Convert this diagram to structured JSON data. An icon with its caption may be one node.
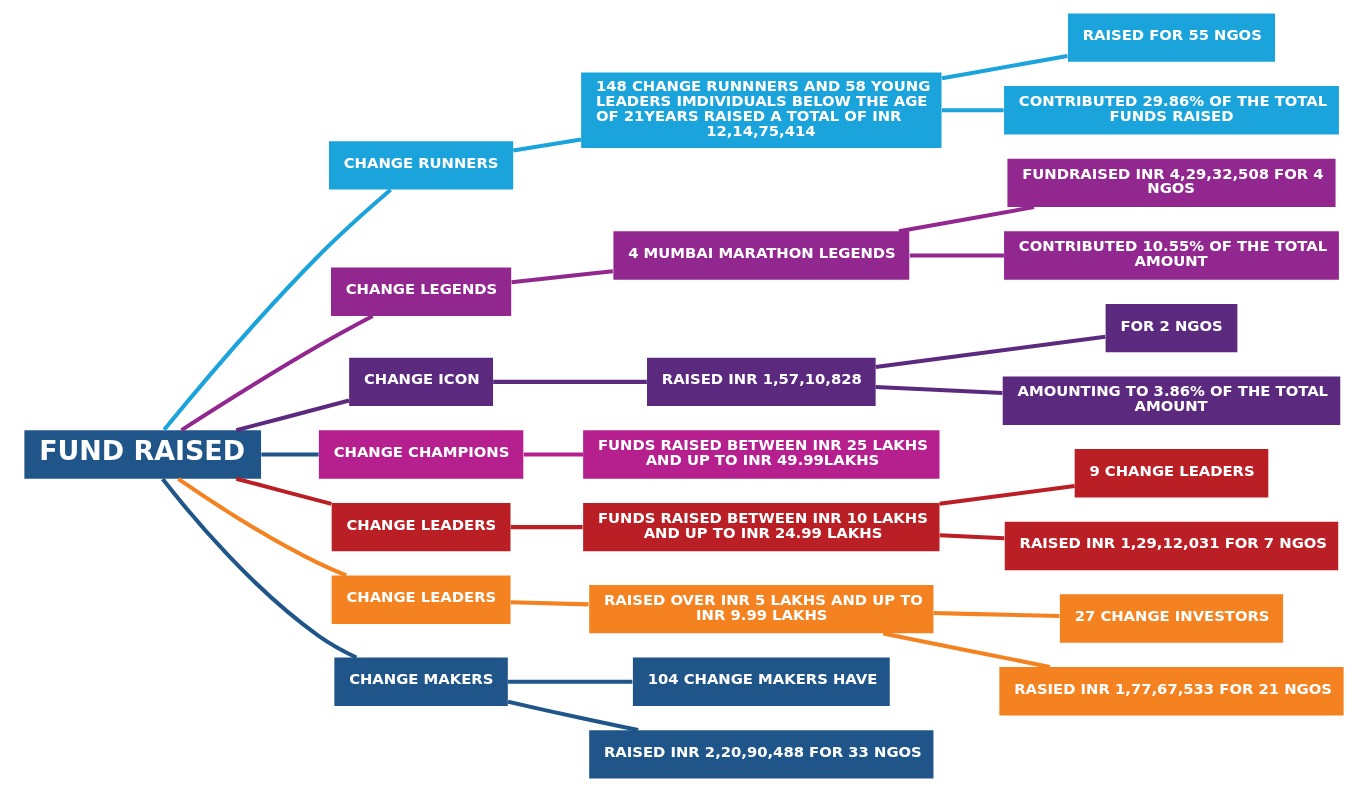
{
  "diagram": {
    "nodes": [
      {
        "text": [
          "FUND RAISED"
        ]
      },
      {
        "text": [
          "CHANGE RUNNERS"
        ]
      },
      {
        "text": [
          "148 CHANGE RUNNNERS AND 58 YOUNG LEADERS IMDIVIDUALS BELOW THE AGE OF 21YEARS RAISED A TOTAL OF INR 12,14,75,414"
        ]
      },
      {
        "text": [
          "RAISED FOR 55 NGOS"
        ]
      },
      {
        "text": [
          "CONTRIBUTED 29.86% OF THE TOTAL FUNDS RAISED"
        ]
      },
      {
        "text": [
          "CHANGE LEGENDS"
        ]
      },
      {
        "text": [
          "4 MUMBAI MARATHON LEGENDS"
        ]
      },
      {
        "text": [
          "FUNDRAISED INR 4,29,32,508 FOR 4 NGOS"
        ]
      },
      {
        "text": [
          "CONTRIBUTED 10.55% OF THE TOTAL AMOUNT"
        ]
      },
      {
        "text": [
          "CHANGE ICON"
        ]
      },
      {
        "text": [
          "RAISED INR 1,57,10,828"
        ]
      },
      {
        "text": [
          "FOR 2 NGOS"
        ]
      },
      {
        "text": [
          "AMOUNTING TO 3.86% OF THE TOTAL AMOUNT"
        ]
      },
      {
        "text": [
          "CHANGE CHAMPIONS"
        ]
      },
      {
        "text": [
          "FUNDS RAISED BETWEEN INR 25 LAKHS AND UP TO INR 49.99LAKHS"
        ]
      },
      {
        "text": [
          "CHANGE LEADERS"
        ]
      },
      {
        "text": [
          "FUNDS RAISED BETWEEN INR 10 LAKHS AND UP TO INR 24.99 LAKHS"
        ]
      },
      {
        "text": [
          "9 CHANGE LEADERS"
        ]
      },
      {
        "text": [
          "RAISED INR 1,29,12,031 FOR 7 NGOS"
        ]
      },
      {
        "text": [
          "CHANGE LEADERS"
        ]
      },
      {
        "text": [
          "RAISED OVER INR 5 LAKHS AND UP TO INR 9.99 LAKHS"
        ]
      },
      {
        "text": [
          "27 CHANGE INVESTORS"
        ]
      },
      {
        "text": [
          "RASIED INR 1,77,67,533 FOR 21 NGOS"
        ]
      },
      {
        "text": [
          "CHANGE MAKERS"
        ]
      },
      {
        "text": [
          "104 CHANGE MAKERS HAVE"
        ]
      },
      {
        "text": [
          "RAISED INR 2,20,90,488 FOR 33 NGOS"
        ]
      }
    ],
    "edges": [
      {
        "from": 0,
        "to": 1,
        "arrow": "none",
        "color": "#1ba3dc"
      },
      {
        "from": 1,
        "to": 2,
        "arrow": "none",
        "color": "#1ba3dc"
      },
      {
        "from": 2,
        "to": 3,
        "arrow": "none",
        "color": "#1ba3dc"
      },
      {
        "from": 2,
        "to": 4,
        "arrow": "none",
        "color": "#1ba3dc"
      },
      {
        "from": 0,
        "to": 5,
        "arrow": "none",
        "color": "#92278f"
      },
      {
        "from": 5,
        "to": 6,
        "arrow": "none",
        "color": "#92278f"
      },
      {
        "from": 6,
        "to": 7,
        "arrow": "none",
        "color": "#92278f"
      },
      {
        "from": 6,
        "to": 8,
        "arrow": "none",
        "color": "#92278f"
      },
      {
        "from": 0,
        "to": 9,
        "arrow": "none",
        "color": "#5b2a7e"
      },
      {
        "from": 9,
        "to": 10,
        "arrow": "none",
        "color": "#5b2a7e"
      },
      {
        "from": 10,
        "to": 11,
        "arrow": "none",
        "color": "#5b2a7e"
      },
      {
        "from": 10,
        "to": 12,
        "arrow": "none",
        "color": "#5b2a7e"
      },
      {
        "from": 0,
        "to": 13,
        "arrow": "none"
      },
      {
        "from": 13,
        "to": 14,
        "arrow": "none",
        "color": "#b5208e"
      },
      {
        "from": 0,
        "to": 15,
        "arrow": "none",
        "color": "#b91f24"
      },
      {
        "from": 15,
        "to": 16,
        "arrow": "none",
        "color": "#b91f24"
      },
      {
        "from": 16,
        "to": 17,
        "arrow": "none",
        "color": "#b91f24"
      },
      {
        "from": 16,
        "to": 18,
        "arrow": "none",
        "color": "#b91f24"
      },
      {
        "from": 0,
        "to": 19,
        "arrow": "none",
        "color": "#f58220"
      },
      {
        "from": 19,
        "to": 20,
        "arrow": "none",
        "color": "#f58220"
      },
      {
        "from": 20,
        "to": 21,
        "arrow": "none",
        "color": "#f58220"
      },
      {
        "from": 20,
        "to": 22,
        "arrow": "none",
        "color": "#f58220"
      },
      {
        "from": 0,
        "to": 23,
        "arrow": "none"
      },
      {
        "from": 23,
        "to": 24,
        "arrow": "none"
      },
      {
        "from": 23,
        "to": 25,
        "arrow": "none"
      }
    ]
  }
}
